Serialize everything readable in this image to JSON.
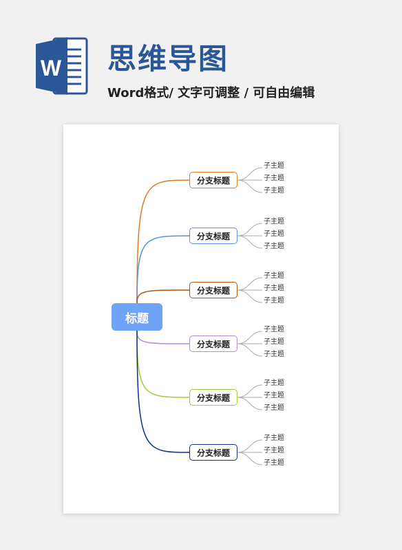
{
  "header": {
    "logo_letter": "W",
    "title": "思维导图",
    "subtitle": "Word格式/ 文字可调整 / 可自由编辑"
  },
  "mindmap": {
    "root": {
      "label": "标题",
      "color": "#6fa3f5"
    },
    "branches": [
      {
        "label": "分支标题",
        "color": "#e07b24",
        "children": [
          "子主题",
          "子主题",
          "子主题"
        ]
      },
      {
        "label": "分支标题",
        "color": "#5b8ee6",
        "children": [
          "子主题",
          "子主题",
          "子主题"
        ]
      },
      {
        "label": "分支标题",
        "color": "#b5520a",
        "children": [
          "子主题",
          "子主题",
          "子主题"
        ]
      },
      {
        "label": "分支标题",
        "color": "#b48ae0",
        "children": [
          "子主题",
          "子主题",
          "子主题"
        ]
      },
      {
        "label": "分支标题",
        "color": "#9fcf2a",
        "children": [
          "子主题",
          "子主题",
          "子主题"
        ]
      },
      {
        "label": "分支标题",
        "color": "#0d2f8a",
        "children": [
          "子主题",
          "子主题",
          "子主题"
        ]
      }
    ]
  },
  "colors": {
    "brand_blue": "#2b5797",
    "leaf_line": "#aaaaaa"
  }
}
